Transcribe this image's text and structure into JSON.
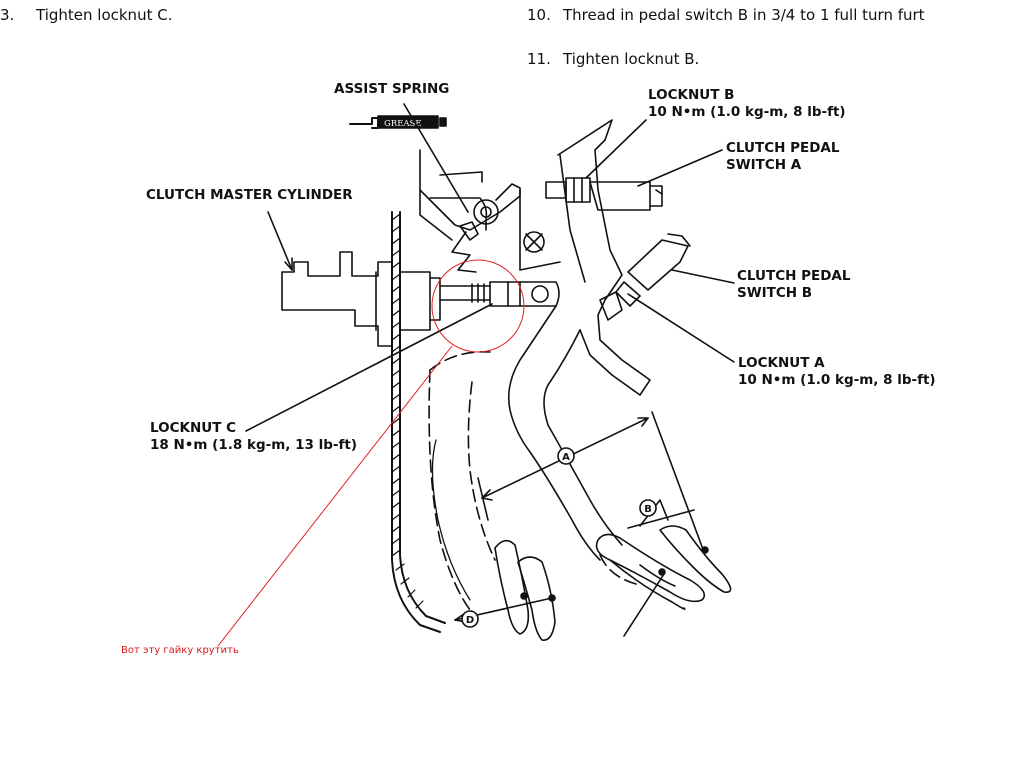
{
  "steps": {
    "step3": {
      "num": "3.",
      "text": "Tighten locknut C."
    },
    "step10": {
      "num": "10.",
      "text": "Thread in pedal switch B in 3/4 to 1 full turn furt"
    },
    "step11": {
      "num": "11.",
      "text": "Tighten locknut B."
    }
  },
  "labels": {
    "assist_spring": "ASSIST SPRING",
    "grease": "GREASE",
    "master_cylinder": "CLUTCH MASTER CYLINDER",
    "locknut_b_title": "LOCKNUT B",
    "locknut_b_torque": "10 N•m (1.0 kg-m, 8 lb-ft)",
    "switch_a_line1": "CLUTCH PEDAL",
    "switch_a_line2": "SWITCH A",
    "switch_b_line1": "CLUTCH PEDAL",
    "switch_b_line2": "SWITCH B",
    "locknut_a_title": "LOCKNUT A",
    "locknut_a_torque": "10 N•m (1.0 kg-m, 8 lb-ft)",
    "locknut_c_title": "LOCKNUT C",
    "locknut_c_torque": "18 N•m (1.8 kg-m, 13 lb-ft)"
  },
  "dimensions": {
    "a": "A",
    "b": "B",
    "d": "D"
  },
  "annotation": {
    "note": "Вот эту гайку крутить",
    "color": "#d8181b"
  }
}
